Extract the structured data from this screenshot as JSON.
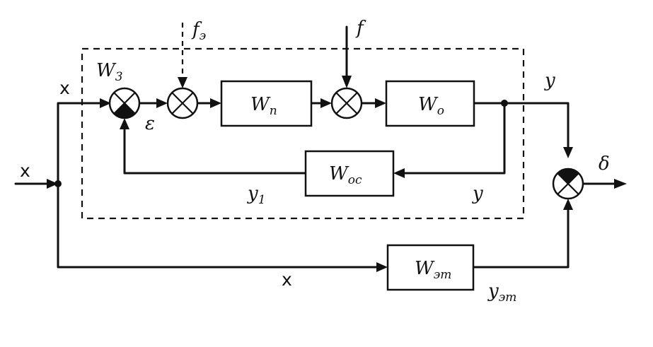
{
  "diagram": {
    "blocks": {
      "wp": {
        "main": "W",
        "sub": "п"
      },
      "wo": {
        "main": "W",
        "sub": "о"
      },
      "woc": {
        "main": "W",
        "sub": "ос"
      },
      "wet": {
        "main": "W",
        "sub": "эт"
      }
    },
    "labels": {
      "w3_main": "W",
      "w3_sub": "3",
      "x_in": "x",
      "x_top": "x",
      "x_bottom": "x",
      "epsilon": "ε",
      "f3_main": "f",
      "f3_sub": "э",
      "f": "f",
      "y_top": "y",
      "y_feedback": "y",
      "y1_main": "y",
      "y1_sub": "1",
      "delta": "δ",
      "yet_main": "y",
      "yet_sub": "эт"
    }
  }
}
